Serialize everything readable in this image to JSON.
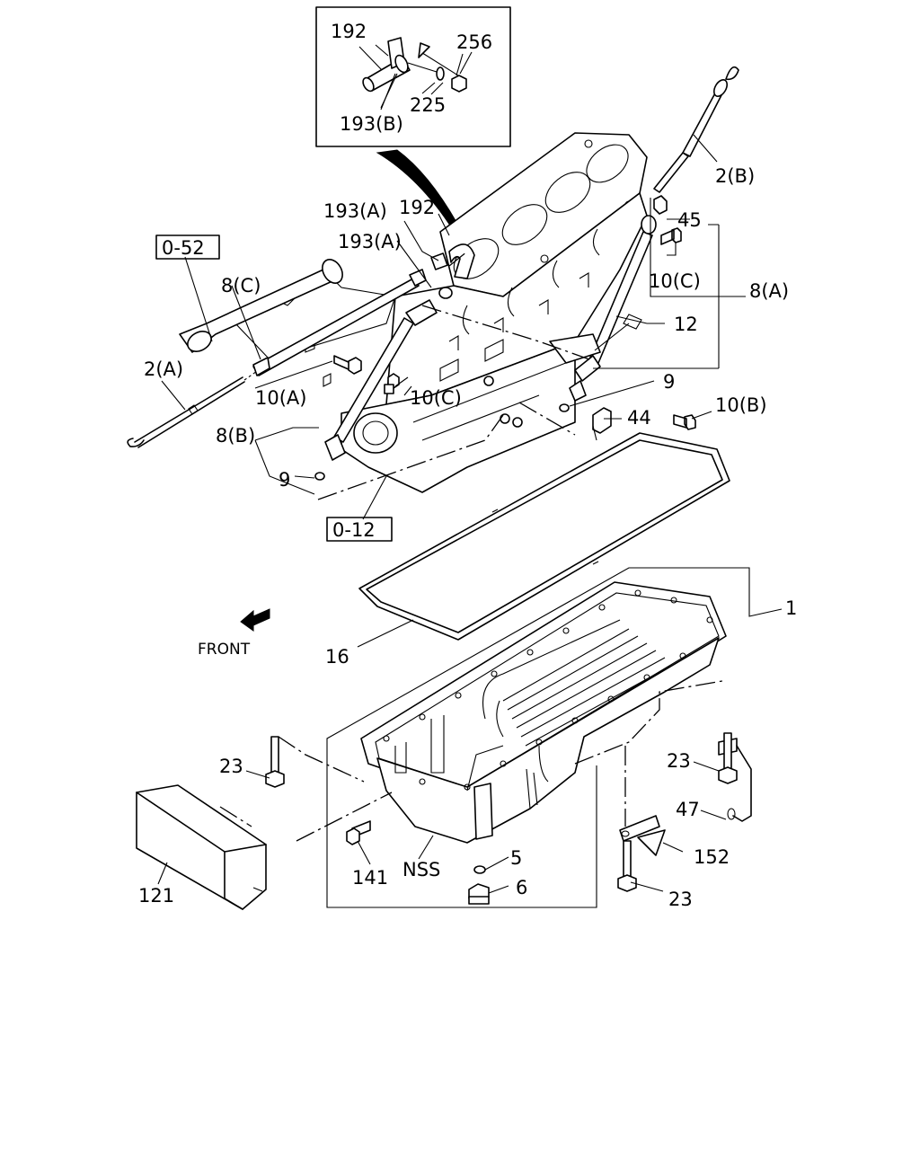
{
  "diagram": {
    "refs": {
      "ref_052": "0-52",
      "ref_012": "0-12"
    },
    "front_label": "FRONT",
    "inset_labels": {
      "l192": "192",
      "l256": "256",
      "l225": "225",
      "l193b": "193(B)"
    },
    "labels": {
      "l2b": "2(B)",
      "l193a_1": "193(A)",
      "l192": "192",
      "l193a_2": "193(A)",
      "l45": "45",
      "l8c": "8(C)",
      "l10c_1": "10(C)",
      "l8a": "8(A)",
      "l12": "12",
      "l2a": "2(A)",
      "l10a": "10(A)",
      "l10c_2": "10(C)",
      "l9_1": "9",
      "l10b": "10(B)",
      "l44": "44",
      "l8b": "8(B)",
      "l9_2": "9",
      "l1": "1",
      "l16": "16",
      "l23_1": "23",
      "l23_2": "23",
      "l47": "47",
      "l152": "152",
      "l23_3": "23",
      "l5": "5",
      "l6": "6",
      "l141": "141",
      "lnss": "NSS",
      "l121": "121"
    }
  }
}
